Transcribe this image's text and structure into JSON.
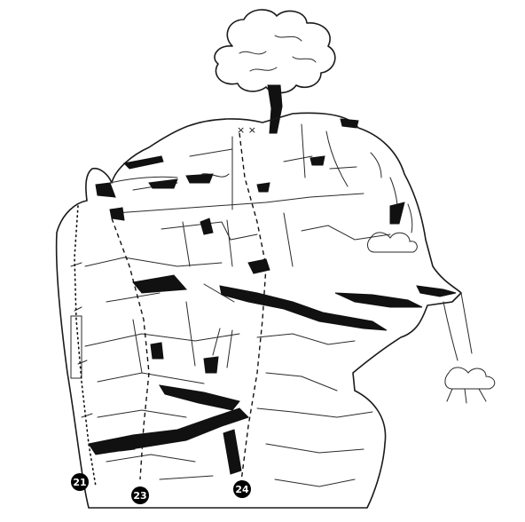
{
  "routes": [
    {
      "number": "21"
    },
    {
      "number": "23"
    },
    {
      "number": "24"
    }
  ],
  "anchor_marks": "× ×",
  "colors": {
    "ink": "#111111",
    "paper": "#ffffff"
  }
}
